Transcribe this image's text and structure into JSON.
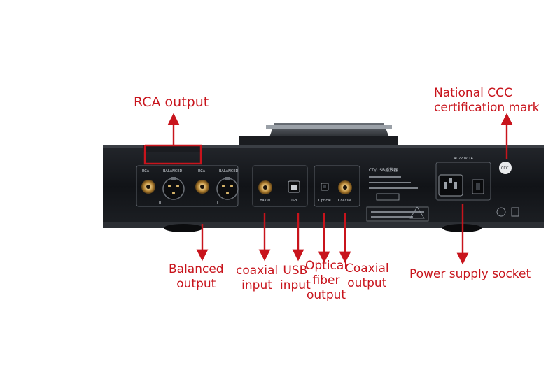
{
  "labels": {
    "rca_output": "RCA output",
    "balanced_output": "Balanced\noutput",
    "coaxial_input": "coaxial\ninput",
    "usb_input": "USB\ninput",
    "optical_fiber_output": "Optical\nfiber\noutput",
    "coaxial_output": "Coaxial\noutput",
    "ccc_mark": "National CCC\ncertification mark",
    "power_socket": "Power supply socket"
  },
  "panel_text": {
    "rca": "RCA",
    "balanced": "BALANCED",
    "rca_2": "RCA",
    "balanced_2": "BALANCED",
    "channel_r": "R",
    "channel_l": "L",
    "coaxial": "Coaxial",
    "usb": "USB",
    "optical": "Optical",
    "coaxial_2": "Coaxial",
    "model_title": "CD/USB播放器",
    "voltage": "AC220V 1A",
    "ccc": "CCC"
  },
  "colors": {
    "annotation": "#c8141c",
    "chassis": "#14161a",
    "panel_silk": "#cfd4da"
  },
  "icons": [
    "rca-jack-icon",
    "xlr-connector-icon",
    "usb-b-port-icon",
    "optical-port-icon",
    "iec-power-socket-icon",
    "power-switch-icon",
    "ccc-logo-icon",
    "arrow-icon"
  ]
}
